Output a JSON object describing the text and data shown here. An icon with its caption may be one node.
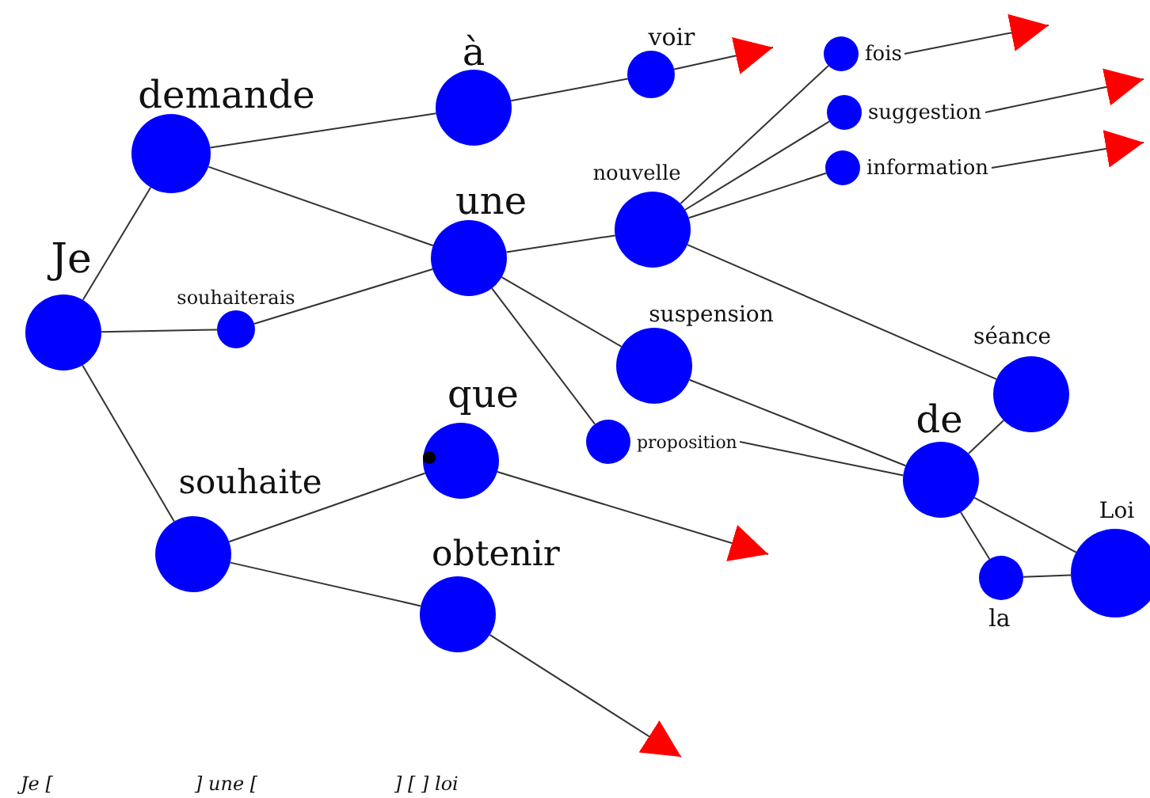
{
  "diagram": {
    "nodes": [
      {
        "text": [
          "Je"
        ]
      },
      {
        "text": [
          "demande"
        ]
      },
      {
        "text": [
          "à"
        ]
      },
      {
        "text": [
          "voir"
        ]
      },
      {
        "text": [
          "une"
        ]
      },
      {
        "text": [
          "souhaiterais"
        ]
      },
      {
        "text": [
          "nouvelle"
        ]
      },
      {
        "text": [
          "fois"
        ]
      },
      {
        "text": [
          "suggestion"
        ]
      },
      {
        "text": [
          "information"
        ]
      },
      {
        "text": [
          "que"
        ]
      },
      {
        "text": [
          "suspension"
        ]
      },
      {
        "text": [
          "proposition"
        ]
      },
      {
        "text": [
          "séance"
        ]
      },
      {
        "text": [
          "souhaite"
        ]
      },
      {
        "text": [
          "de"
        ]
      },
      {
        "text": [
          "obtenir"
        ]
      },
      {
        "text": [
          "la"
        ]
      },
      {
        "text": [
          "Loi"
        ]
      }
    ],
    "edges": [
      {
        "from": 0,
        "to": 1,
        "arrow": "none"
      },
      {
        "from": 0,
        "to": 5,
        "arrow": "none"
      },
      {
        "from": 0,
        "to": 14,
        "arrow": "none"
      },
      {
        "from": 1,
        "to": 2,
        "arrow": "none"
      },
      {
        "from": 2,
        "to": 3,
        "arrow": "none"
      },
      {
        "from": 3,
        "to": null,
        "arrow": "to"
      },
      {
        "from": 1,
        "to": 4,
        "arrow": "none"
      },
      {
        "from": 5,
        "to": 4,
        "arrow": "none"
      },
      {
        "from": 4,
        "to": 6,
        "arrow": "none"
      },
      {
        "from": 4,
        "to": 11,
        "arrow": "none"
      },
      {
        "from": 4,
        "to": 12,
        "arrow": "none"
      },
      {
        "from": 6,
        "to": 7,
        "arrow": "none"
      },
      {
        "from": 6,
        "to": 8,
        "arrow": "none"
      },
      {
        "from": 6,
        "to": 9,
        "arrow": "none"
      },
      {
        "from": 6,
        "to": 13,
        "arrow": "none"
      },
      {
        "from": 7,
        "to": null,
        "arrow": "to"
      },
      {
        "from": 8,
        "to": null,
        "arrow": "to"
      },
      {
        "from": 9,
        "to": null,
        "arrow": "to"
      },
      {
        "from": 11,
        "to": 15,
        "arrow": "none"
      },
      {
        "from": 12,
        "to": 15,
        "arrow": "none"
      },
      {
        "from": 13,
        "to": 15,
        "arrow": "none"
      },
      {
        "from": 15,
        "to": 17,
        "arrow": "none"
      },
      {
        "from": 17,
        "to": 18,
        "arrow": "none"
      },
      {
        "from": 15,
        "to": 18,
        "arrow": "none"
      },
      {
        "from": 14,
        "to": 10,
        "arrow": "none"
      },
      {
        "from": 14,
        "to": 16,
        "arrow": "none"
      },
      {
        "from": 10,
        "to": null,
        "arrow": "to"
      },
      {
        "from": 16,
        "to": null,
        "arrow": "to"
      }
    ],
    "labels": [
      "Je [",
      "] une [",
      "] [ ] loi"
    ]
  }
}
